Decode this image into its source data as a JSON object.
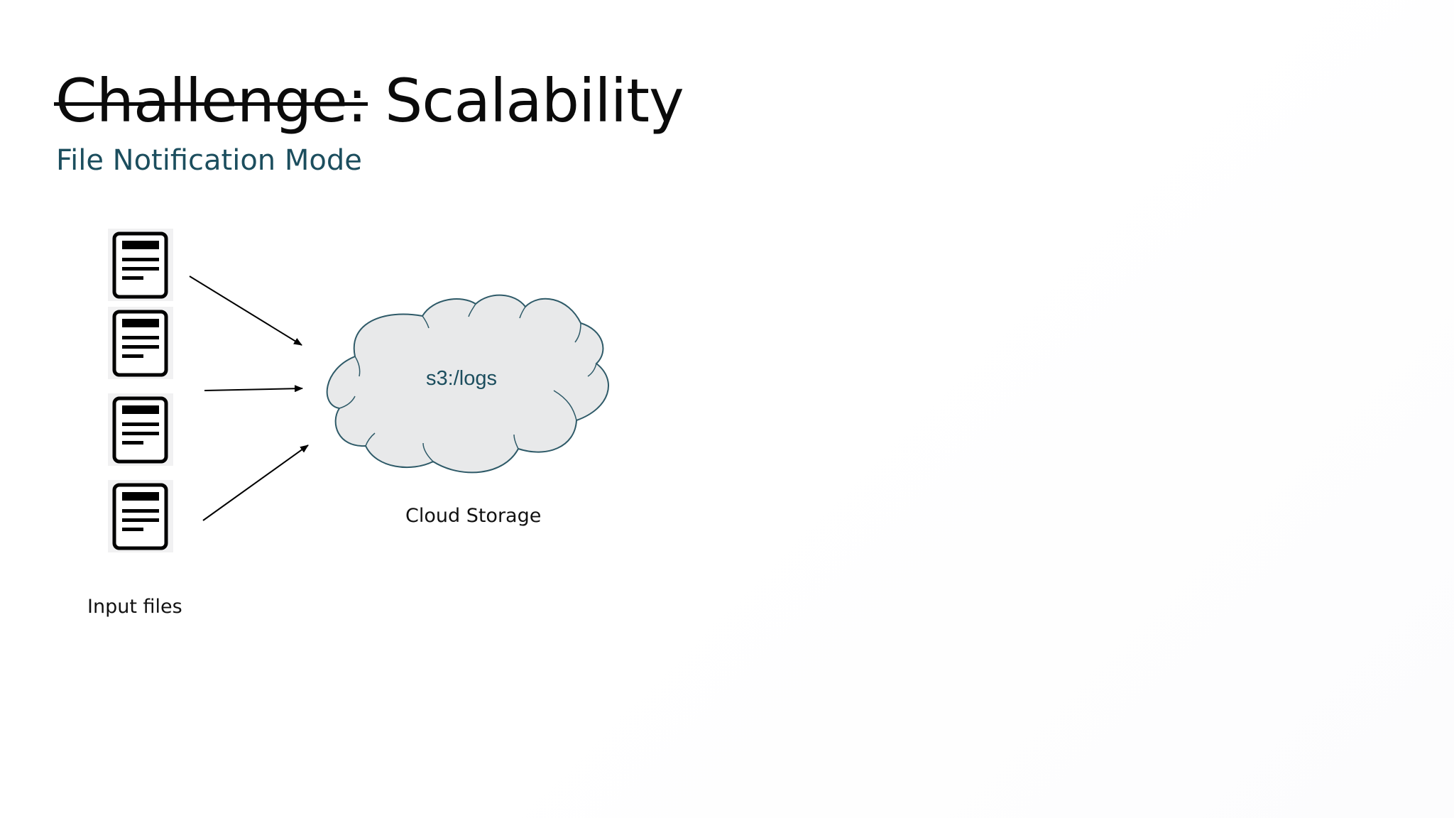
{
  "slide": {
    "title_struck": "Challenge:",
    "title_main": "Scalability",
    "subtitle": "File Notification Mode"
  },
  "diagram": {
    "input_files_label": "Input files",
    "cloud_text": "s3:/logs",
    "cloud_caption": "Cloud Storage",
    "document_icons": [
      "document-icon",
      "document-icon",
      "document-icon",
      "document-icon"
    ],
    "arrows": [
      "file-1 to cloud",
      "file-2/3 to cloud",
      "file-4 to cloud"
    ],
    "colors": {
      "title": "#0b0b0b",
      "subtitle": "#1c4e5e",
      "cloud_fill": "#e8e9ea",
      "cloud_stroke": "#2e5a68",
      "cloud_text": "#1c4e5e"
    }
  }
}
